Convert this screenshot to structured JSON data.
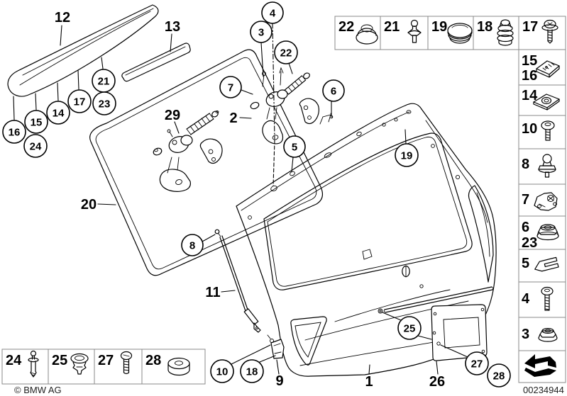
{
  "footer": {
    "copyright": "© BMW AG",
    "image_number": "00234944"
  },
  "callouts": {
    "circled": [
      {
        "label": "16"
      },
      {
        "label": "15"
      },
      {
        "label": "14"
      },
      {
        "label": "17"
      },
      {
        "label": "21"
      },
      {
        "label": "23"
      },
      {
        "label": "24"
      },
      {
        "label": "3"
      },
      {
        "label": "4"
      },
      {
        "label": "22"
      },
      {
        "label": "7"
      },
      {
        "label": "6"
      },
      {
        "label": "5"
      },
      {
        "label": "19"
      },
      {
        "label": "8"
      },
      {
        "label": "10"
      },
      {
        "label": "18"
      },
      {
        "label": "25"
      },
      {
        "label": "27"
      },
      {
        "label": "28"
      }
    ],
    "plain": [
      {
        "label": "12"
      },
      {
        "label": "13"
      },
      {
        "label": "2"
      },
      {
        "label": "29"
      },
      {
        "label": "20"
      },
      {
        "label": "11"
      },
      {
        "label": "9"
      },
      {
        "label": "1"
      },
      {
        "label": "26"
      }
    ]
  },
  "legend_top": {
    "cells": [
      {
        "label": "22",
        "icon": "dome-grommet-icon"
      },
      {
        "label": "21",
        "icon": "expanding-rivet-icon"
      },
      {
        "label": "19",
        "icon": "sealing-cap-icon"
      },
      {
        "label": "18",
        "icon": "rubber-buffer-icon"
      },
      {
        "label": "17",
        "icon": "flange-screw-icon"
      }
    ]
  },
  "legend_right": {
    "cells": [
      {
        "label": "15",
        "label2": "16",
        "icon": "clamp-plate-icon"
      },
      {
        "label": "14",
        "icon": "cage-nut-icon"
      },
      {
        "label": "10",
        "icon": "pan-head-screw-icon"
      },
      {
        "label": "8",
        "icon": "ball-stud-icon"
      },
      {
        "label": "7",
        "icon": "bracket-icon"
      },
      {
        "label": "6",
        "label2": "23",
        "icon": "flange-nut-icon"
      },
      {
        "label": "5",
        "icon": "spring-clip-icon"
      },
      {
        "label": "4",
        "icon": "screw-icon"
      },
      {
        "label": "3",
        "icon": "flange-nut-icon"
      },
      {
        "label": "",
        "icon": "direction-arrow-icon"
      }
    ]
  },
  "legend_bottom": {
    "cells": [
      {
        "label": "24",
        "icon": "expansion-rivet-icon"
      },
      {
        "label": "25",
        "icon": "trim-clip-icon"
      },
      {
        "label": "27",
        "icon": "screw-icon"
      },
      {
        "label": "28",
        "icon": "grommet-icon"
      }
    ]
  }
}
